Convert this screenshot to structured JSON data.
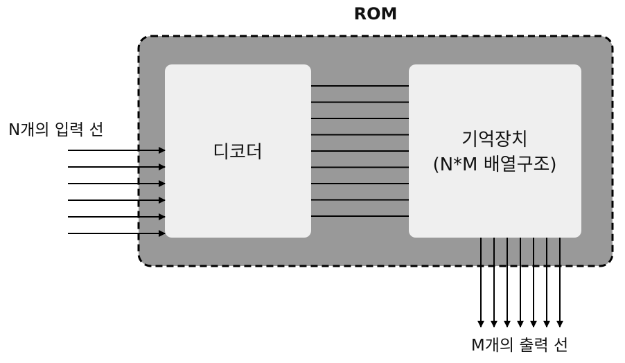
{
  "diagram": {
    "title": "ROM",
    "input_label": "N개의 입력 선",
    "output_label": "M개의 출력 선",
    "decoder_label": "디코더",
    "memory_label_line1": "기억장치",
    "memory_label_line2": "(N*M 배열구조)",
    "input_line_count": 6,
    "internal_line_count": 9,
    "output_line_count": 7,
    "colors": {
      "container_fill": "#999999",
      "container_border": "#000000",
      "block_fill": "#efefef",
      "line": "#000000",
      "text": "#111111"
    }
  }
}
